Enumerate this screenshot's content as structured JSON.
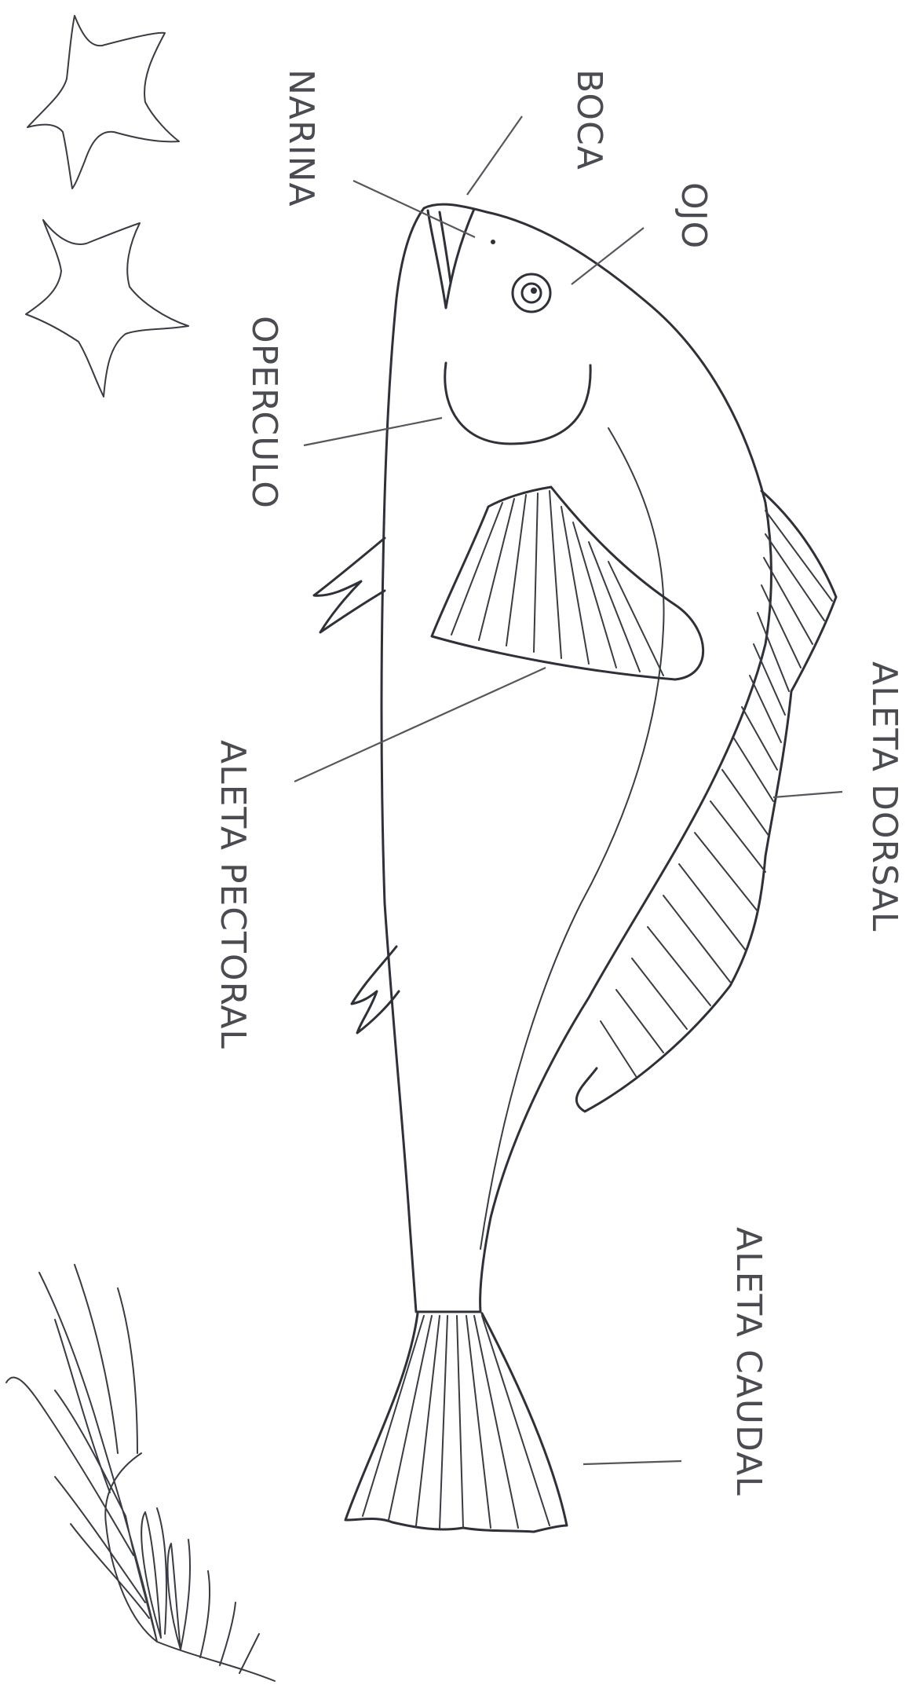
{
  "labels": {
    "boca": "BOCA",
    "narina": "NARINA",
    "ojo": "OJO",
    "operculo": "OPERCULO",
    "aleta_pectoral": "ALETA  PECTORAL",
    "aleta_dorsal": "ALETA  DORSAL",
    "aleta_caudal": "ALETA  CAUDAL"
  },
  "colors": {
    "line": "#2f3138",
    "label_text": "#4a4c52",
    "background": "#ffffff"
  }
}
